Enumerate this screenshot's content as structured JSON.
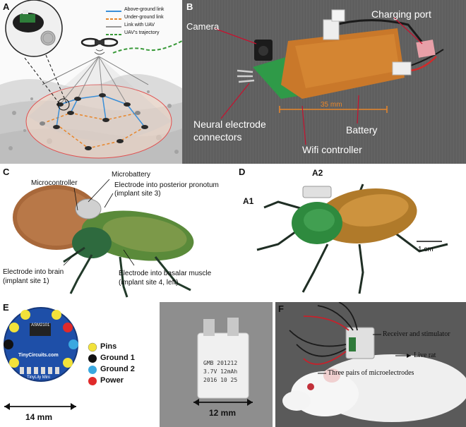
{
  "panels": {
    "a": {
      "label": "A",
      "legend": [
        {
          "text": "Above-ground link",
          "color": "#3a8fd8",
          "dash": false
        },
        {
          "text": "Under-ground link",
          "color": "#e8862a",
          "dash": true
        },
        {
          "text": "Link with UAV",
          "color": "#777777",
          "dash": false
        },
        {
          "text": "UAV's trajectory",
          "color": "#3a9a3a",
          "dash": true
        }
      ]
    },
    "b": {
      "label": "B",
      "camera": "Camera",
      "charging_port": "Charging port",
      "dimension": "35 mm",
      "battery": "Battery",
      "neural_line1": "Neural electrode",
      "neural_line2": "connectors",
      "wifi": "Wifi controller"
    },
    "c": {
      "label": "C",
      "microcontroller": "Microcontroller",
      "microbattery": "Microbattery",
      "pronotum_line1": "Electrode into posterior pronotum",
      "pronotum_line2": "(implant site 3)",
      "brain_line1": "Electrode into brain",
      "brain_line2": "(implant site 1)",
      "muscle_line1": "Electrode into basalar muscle",
      "muscle_line2": "(implant site 4, left)"
    },
    "d": {
      "label": "D",
      "a1": "A1",
      "a2": "A2",
      "scale": "1 cm"
    },
    "e": {
      "label": "E",
      "legend": [
        {
          "text": "Pins",
          "color": "#f2e23a"
        },
        {
          "text": "Ground 1",
          "color": "#111111"
        },
        {
          "text": "Ground 2",
          "color": "#3aa8e0"
        },
        {
          "text": "Power",
          "color": "#e02a2a"
        }
      ],
      "board_name": "TinyCircuits.com",
      "board_sub": "TinyLily Mini",
      "board_chip": "ASM2101",
      "board_width": "14 mm",
      "battery_text_1": "GMB 201212",
      "battery_text_2": "3.7V 12mAh",
      "battery_text_3": "2016 10 25",
      "battery_width": "12 mm"
    },
    "f": {
      "label": "F",
      "receiver": "Receiver and stimulator",
      "live_rat": "Live rat",
      "electrodes": "Three pairs of microelectrodes"
    }
  }
}
